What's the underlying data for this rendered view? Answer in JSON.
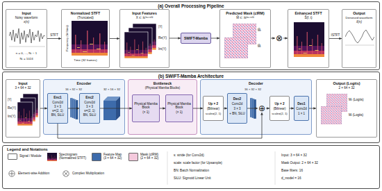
{
  "diagram": {
    "nodes": [
      {
        "text": [
          "(a) Overall Processing Pipeline"
        ]
      },
      {
        "text": [
          "Input",
          "Noisy waveform",
          "x(n)",
          "n = 0, ..., Nₜ − 1",
          "Nₜ = 1024"
        ],
        "in": 0
      },
      {
        "text": [
          "Normalized STFT",
          "(Truncated)",
          "Frequency (64 bins)",
          "Time (32 frames)"
        ],
        "in": 0
      },
      {
        "text": [
          "Input Features",
          "X ∈ ℝ³ˣ⁶⁴ˣ³²",
          "|Y|",
          "Re(Y)",
          "Im(Y)"
        ],
        "in": 0
      },
      {
        "text": [
          "SWIFT-Mamba"
        ],
        "in": 0
      },
      {
        "text": [
          "Predicted Mask (cIRM)",
          "M̂ ∈ ℝ²ˣ⁶⁴ˣ³²",
          "M̂ᵣ",
          "M̂ᵢ"
        ],
        "in": 0
      },
      {
        "text": [
          "⊗"
        ],
        "in": 0
      },
      {
        "text": [
          "Enhanced STFT",
          "Ŝ(f, t)"
        ],
        "in": 0
      },
      {
        "text": [
          "Output",
          "Denoised waveform",
          "x̂(n)"
        ],
        "in": 0
      },
      {
        "text": [
          "(b) SWIFT-Mamba Architecture"
        ]
      },
      {
        "text": [
          "Input",
          "3 × 64 × 32",
          "|Y|",
          "Re(Y)",
          "Im(Y)"
        ],
        "in": 9
      },
      {
        "text": [
          "Encoder"
        ],
        "in": 9
      },
      {
        "text": [
          "Enc1",
          "Conv2d",
          "3 × 3",
          "s=(2, 1)",
          "BN, SiLU"
        ],
        "in": 11
      },
      {
        "text": [
          "Enc2",
          "Conv2d",
          "3 × 3",
          "s=(2, 1)",
          "BN, SiLU"
        ],
        "in": 11
      },
      {
        "text": [
          "Bottleneck",
          "(Physical Mamba Blocks)"
        ],
        "in": 9
      },
      {
        "text": [
          "Physical Mamba Block",
          "(× 1)"
        ],
        "in": 14
      },
      {
        "text": [
          "Physical Mamba Block",
          "(× 1)"
        ],
        "in": 14
      },
      {
        "text": [
          "Decoder"
        ],
        "in": 9
      },
      {
        "text": [
          "Up × 2",
          "(Bilinear)",
          "scale=(2, 1)"
        ],
        "in": 17
      },
      {
        "text": [
          "Dec2",
          "Conv2d",
          "3 × 3",
          "+ BN, SiLU"
        ],
        "in": 17
      },
      {
        "text": [
          "⊕"
        ],
        "in": 17
      },
      {
        "text": [
          "Up × 2",
          "(Bilinear)",
          "scale=(2, 1)"
        ],
        "in": 17
      },
      {
        "text": [
          "Dec1",
          "Conv2d",
          "1 × 1"
        ],
        "in": 17
      },
      {
        "text": [
          "Output (Logits)",
          "2 × 64 × 32",
          "Mᵣ (Logits)",
          "Mᵢ (Logits)"
        ],
        "in": 9
      },
      {
        "text": [
          "Legend and Notations"
        ]
      }
    ],
    "edges": [
      {
        "from": 1,
        "to": 2,
        "arrow": "to",
        "label": "STFT"
      },
      {
        "from": 2,
        "to": 3,
        "arrow": "to"
      },
      {
        "from": 3,
        "to": 4,
        "arrow": "to"
      },
      {
        "from": 4,
        "to": 5,
        "arrow": "to"
      },
      {
        "from": 5,
        "to": 6,
        "arrow": "to"
      },
      {
        "from": 6,
        "to": 7,
        "arrow": "to"
      },
      {
        "from": 7,
        "to": 8,
        "arrow": "to",
        "label": "ISTFT"
      },
      {
        "from": 10,
        "to": 12,
        "arrow": "to"
      },
      {
        "from": 12,
        "to": 13,
        "arrow": "to"
      },
      {
        "from": 13,
        "to": 15,
        "arrow": "to"
      },
      {
        "from": 15,
        "to": 16,
        "arrow": "to"
      },
      {
        "from": 16,
        "to": 18,
        "arrow": "to"
      },
      {
        "from": 18,
        "to": 19,
        "arrow": "to"
      },
      {
        "from": 19,
        "to": 20,
        "arrow": "to"
      },
      {
        "from": 20,
        "to": 21,
        "arrow": "to"
      },
      {
        "from": 21,
        "to": 22,
        "arrow": "to"
      },
      {
        "from": 22,
        "to": 23,
        "arrow": "to"
      },
      {
        "from": 12,
        "to": 20,
        "arrow": "to"
      }
    ],
    "labels": [
      "16 × 32 × 32",
      "32 × 16 × 32",
      "16 × 32 × 32",
      "s: stride (for Conv2d)",
      "scale: scale factor (for Upsample)",
      "BN: Batch Normalization",
      "SiLU: Sigmoid Linear Unit",
      "Input: 3 × 64 × 32",
      "Mask Output: 2 × 64 × 32",
      "Base filters: 16",
      "d_model = 16"
    ],
    "legend": [
      {
        "text": "Signal / Module",
        "color": "#ffffff"
      },
      {
        "text": "Spectrogram (Normalized STFT)"
      },
      {
        "text": "Feature Map (3 × 64 × 32)",
        "color": "#3d6bab"
      },
      {
        "text": "Mask (cIRM) (2 × 64 × 32)",
        "color": "#f4c9dc"
      },
      {
        "text": "Element-wise Addition"
      },
      {
        "text": "Complex Multiplication"
      }
    ]
  }
}
